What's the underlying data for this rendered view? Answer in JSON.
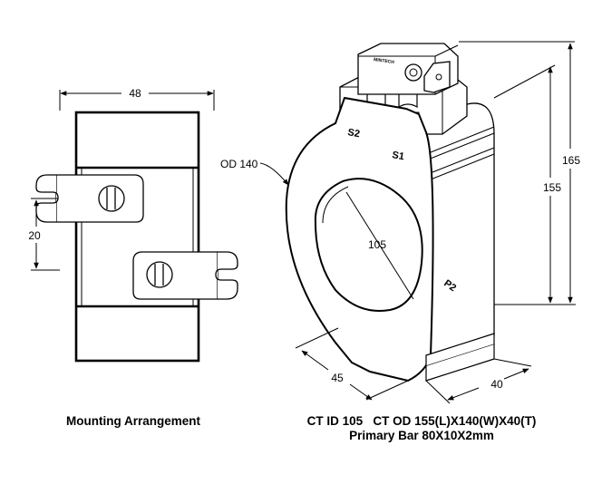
{
  "mounting": {
    "caption": "Mounting Arrangement",
    "dims": {
      "width": "48",
      "spacing": "20"
    }
  },
  "ct": {
    "dims": {
      "od": "OD 140",
      "id": "105",
      "height_total": "165",
      "height_body": "155",
      "depth": "45",
      "thickness": "40"
    },
    "terminals": {
      "s2": "S2",
      "s1": "S1",
      "p2": "P2"
    },
    "brand": "MINTECH",
    "caption_line1": "CT ID 105   CT OD 155(L)X140(W)X40(T)",
    "caption_line2": "Primary Bar 80X10X2mm"
  }
}
